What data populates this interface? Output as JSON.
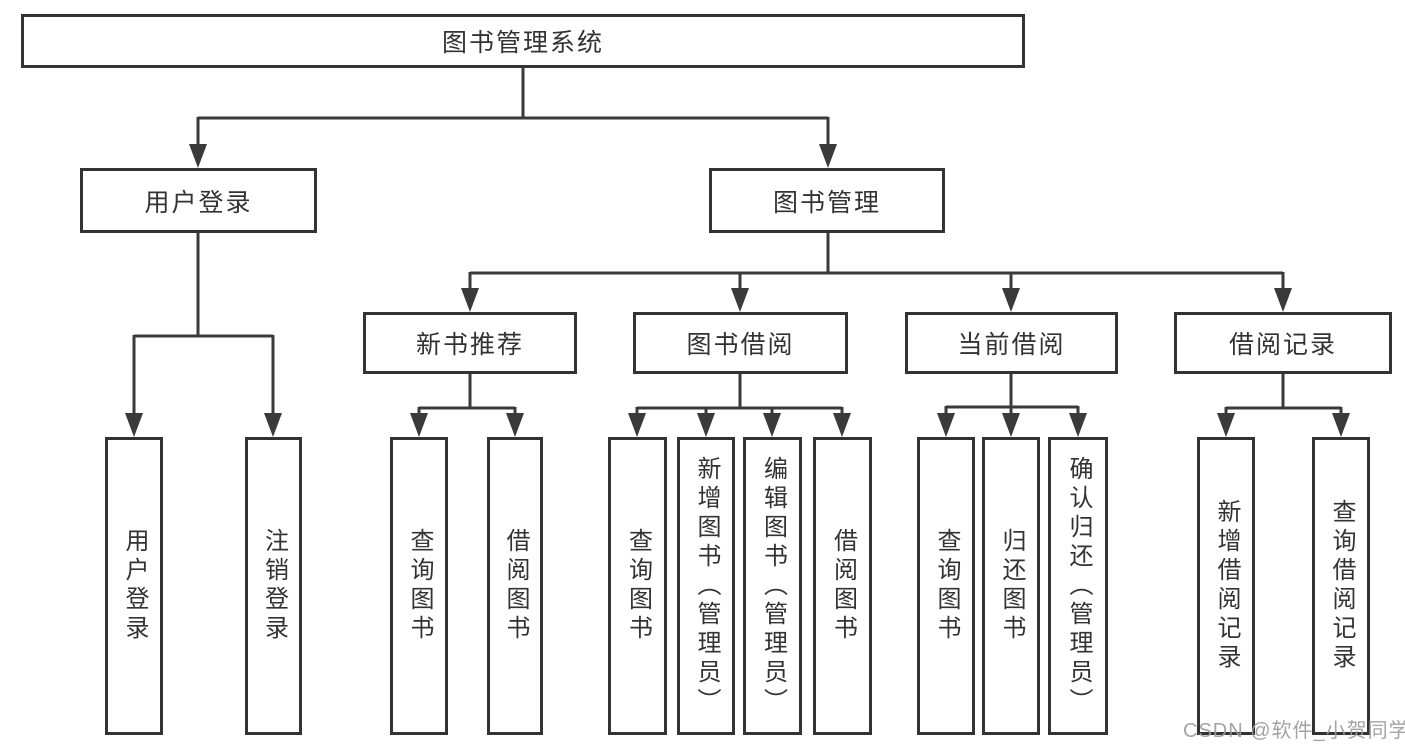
{
  "diagram": {
    "title": "图书管理系统",
    "root": {
      "label": "图书管理系统"
    },
    "user_login": {
      "label": "用户登录"
    },
    "book_mgmt": {
      "label": "图书管理"
    },
    "user_login_children": [
      {
        "label": "用户登录"
      },
      {
        "label": "注销登录"
      }
    ],
    "book_mgmt_children": [
      {
        "label": "新书推荐"
      },
      {
        "label": "图书借阅"
      },
      {
        "label": "当前借阅"
      },
      {
        "label": "借阅记录"
      }
    ],
    "new_book_children": [
      {
        "label": "查询图书"
      },
      {
        "label": "借阅图书"
      }
    ],
    "book_borrow_children": [
      {
        "label": "查询图书"
      },
      {
        "label": "新增图书（管理员）"
      },
      {
        "label": "编辑图书（管理员）"
      },
      {
        "label": "借阅图书"
      }
    ],
    "current_borrow_children": [
      {
        "label": "查询图书"
      },
      {
        "label": "归还图书"
      },
      {
        "label": "确认归还（管理员）"
      }
    ],
    "borrow_record_children": [
      {
        "label": "新增借阅记录"
      },
      {
        "label": "查询借阅记录"
      }
    ]
  },
  "watermark": {
    "text": "CSDN @软件_小贺同学",
    "color": "#9c9c9c"
  },
  "colors": {
    "line": "#3a3a3a",
    "border": "#333333",
    "text": "#333333",
    "background": "#ffffff",
    "watermark": "#9c9c9c"
  }
}
